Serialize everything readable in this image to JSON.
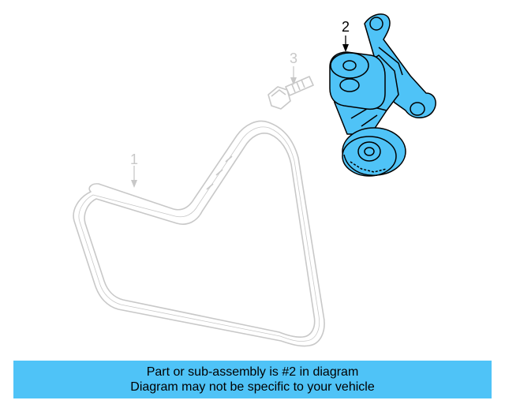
{
  "colors": {
    "highlight": "#4fc3f7",
    "ghost": "#c8c8c8",
    "banner": "#4fc3f7",
    "line": "#000000"
  },
  "callouts": {
    "belt": "1",
    "tensioner": "2",
    "bolt": "3"
  },
  "banner": {
    "line1": "Part or sub-assembly is #2 in diagram",
    "line2": "Diagram may not be specific to your vehicle"
  }
}
